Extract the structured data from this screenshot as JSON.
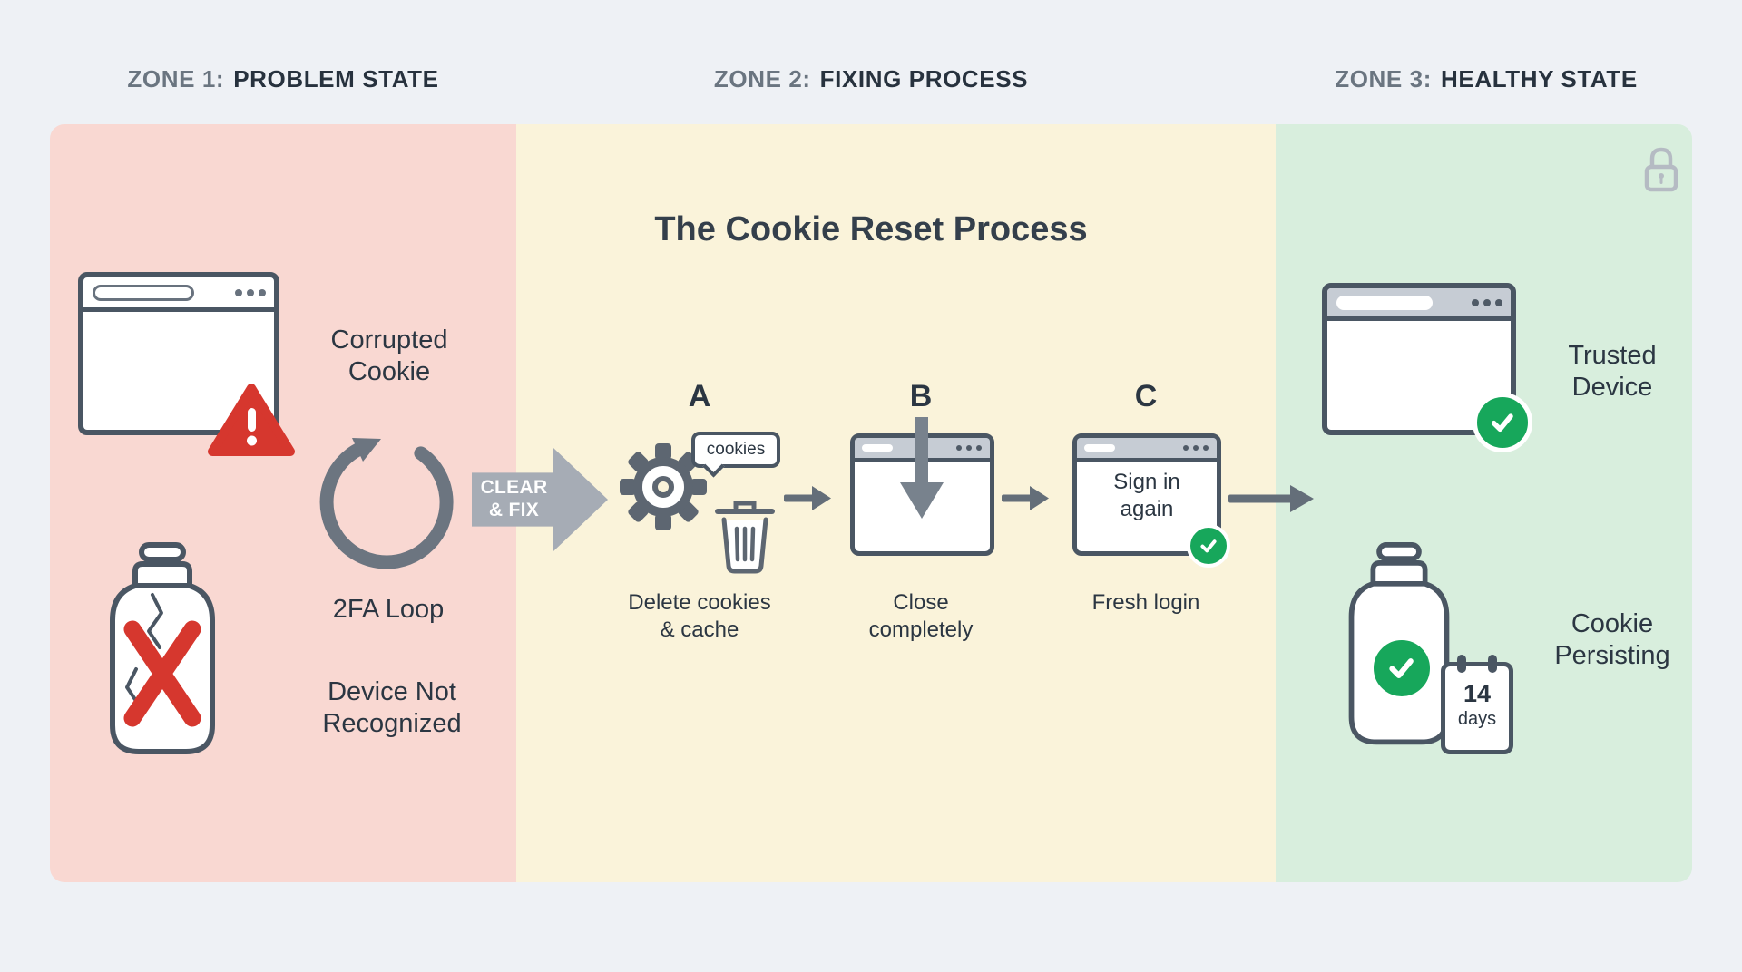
{
  "title": "The Cookie Reset Process",
  "zones": {
    "zone1": {
      "prefix": "ZONE 1:",
      "name": "PROBLEM STATE"
    },
    "zone2": {
      "prefix": "ZONE 2:",
      "name": "FIXING PROCESS"
    },
    "zone3": {
      "prefix": "ZONE 3:",
      "name": "HEALTHY STATE"
    }
  },
  "problem": {
    "corrupted_cookie": "Corrupted\nCookie",
    "twofa_loop": "2FA Loop",
    "device_not_recognized": "Device Not\nRecognized"
  },
  "transition": {
    "clear_fix_label": "CLEAR\n& FIX"
  },
  "process": {
    "steps": [
      {
        "label": "A",
        "bubble_text": "cookies",
        "caption": "Delete cookies\n& cache"
      },
      {
        "label": "B",
        "caption": "Close\ncompletely"
      },
      {
        "label": "C",
        "window_text": "Sign in\nagain",
        "caption": "Fresh login"
      }
    ]
  },
  "healthy": {
    "trusted_device": "Trusted\nDevice",
    "cookie_persisting": "Cookie\nPersisting",
    "calendar_number": "14",
    "calendar_unit": "days"
  },
  "colors": {
    "zone1_bg": "#f9d8d2",
    "zone2_bg": "#faf3da",
    "zone3_bg": "#d8eedd",
    "alert_red": "#d6372e",
    "success_green": "#17a75b",
    "outline_dark": "#4a5663",
    "arrow_gray": "#a6acb5",
    "page_bg": "#eef1f5"
  }
}
